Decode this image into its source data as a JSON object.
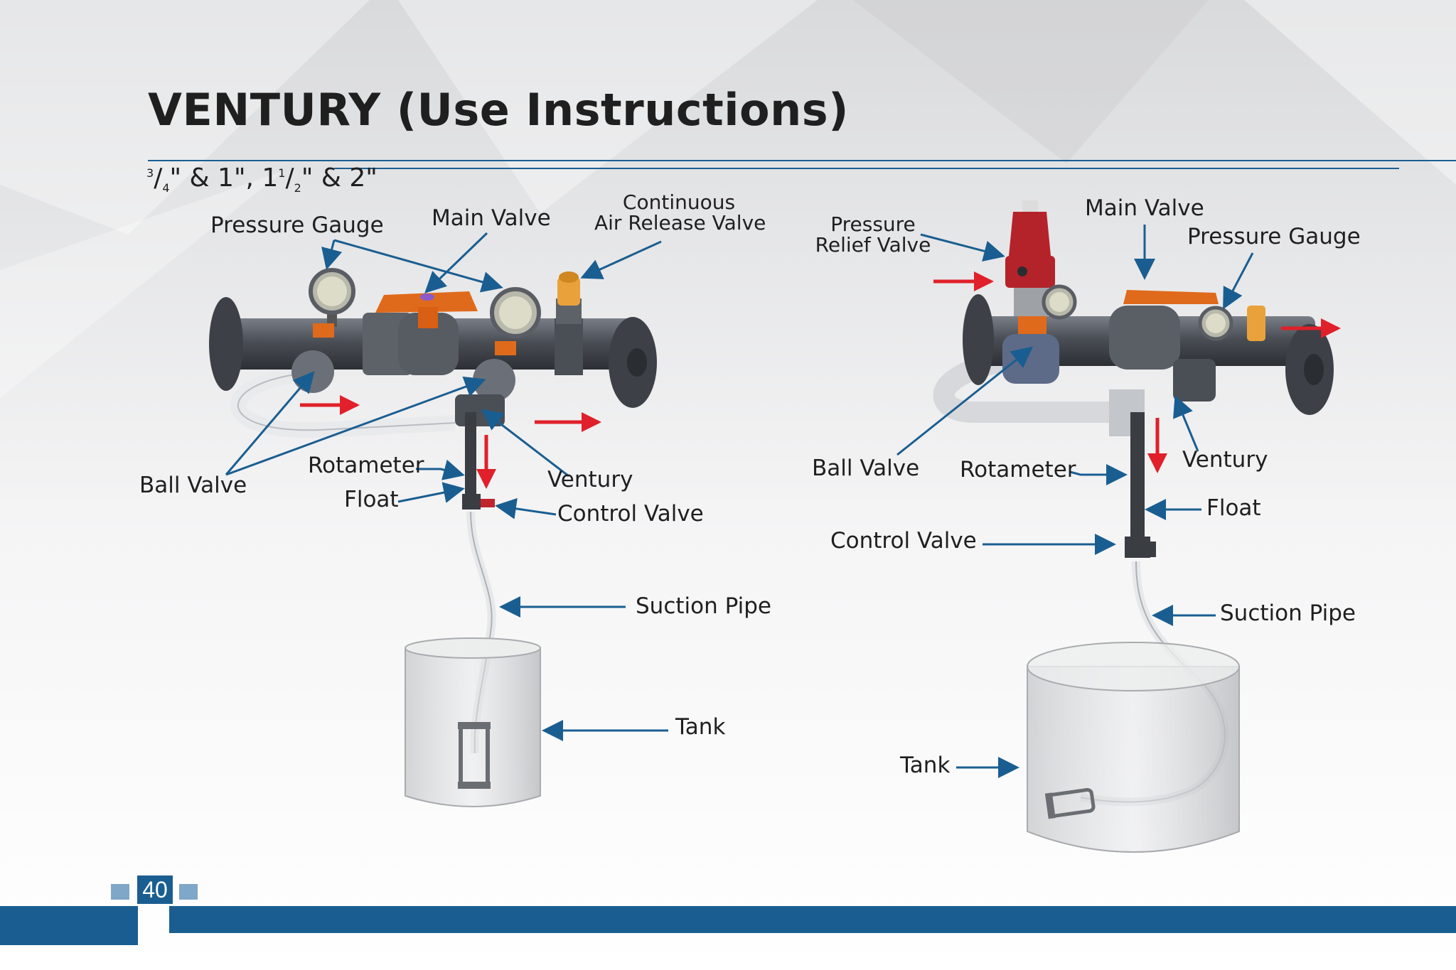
{
  "page": {
    "title": "VENTURY (Use Instructions)",
    "sizes": {
      "a_num": "3",
      "a_den": "4",
      "a_tail": "\" & 1\", 1",
      "b_num": "1",
      "b_den": "2",
      "b_tail": "\" & 2\""
    },
    "page_number": "40",
    "colors": {
      "accent": "#1a5e91",
      "arrow_blue": "#1a5e91",
      "flow_red": "#e0202a",
      "pipe": "#4a4e55",
      "valve_orange": "#e06a1b",
      "relief_red": "#b5232a"
    }
  },
  "left_diagram": {
    "labels": {
      "pressure_gauge": "Pressure Gauge",
      "main_valve": "Main Valve",
      "air_release_1": "Continuous",
      "air_release_2": "Air Release Valve",
      "ball_valve": "Ball Valve",
      "rotameter": "Rotameter",
      "float": "Float",
      "venturi": "Ventury",
      "control_valve": "Control Valve",
      "suction_pipe": "Suction Pipe",
      "tank": "Tank"
    }
  },
  "right_diagram": {
    "labels": {
      "relief_1": "Pressure",
      "relief_2": "Relief Valve",
      "main_valve": "Main Valve",
      "pressure_gauge": "Pressure Gauge",
      "ball_valve": "Ball Valve",
      "rotameter": "Rotameter",
      "venturi": "Ventury",
      "float": "Float",
      "control_valve": "Control Valve",
      "suction_pipe": "Suction Pipe",
      "tank": "Tank"
    }
  }
}
